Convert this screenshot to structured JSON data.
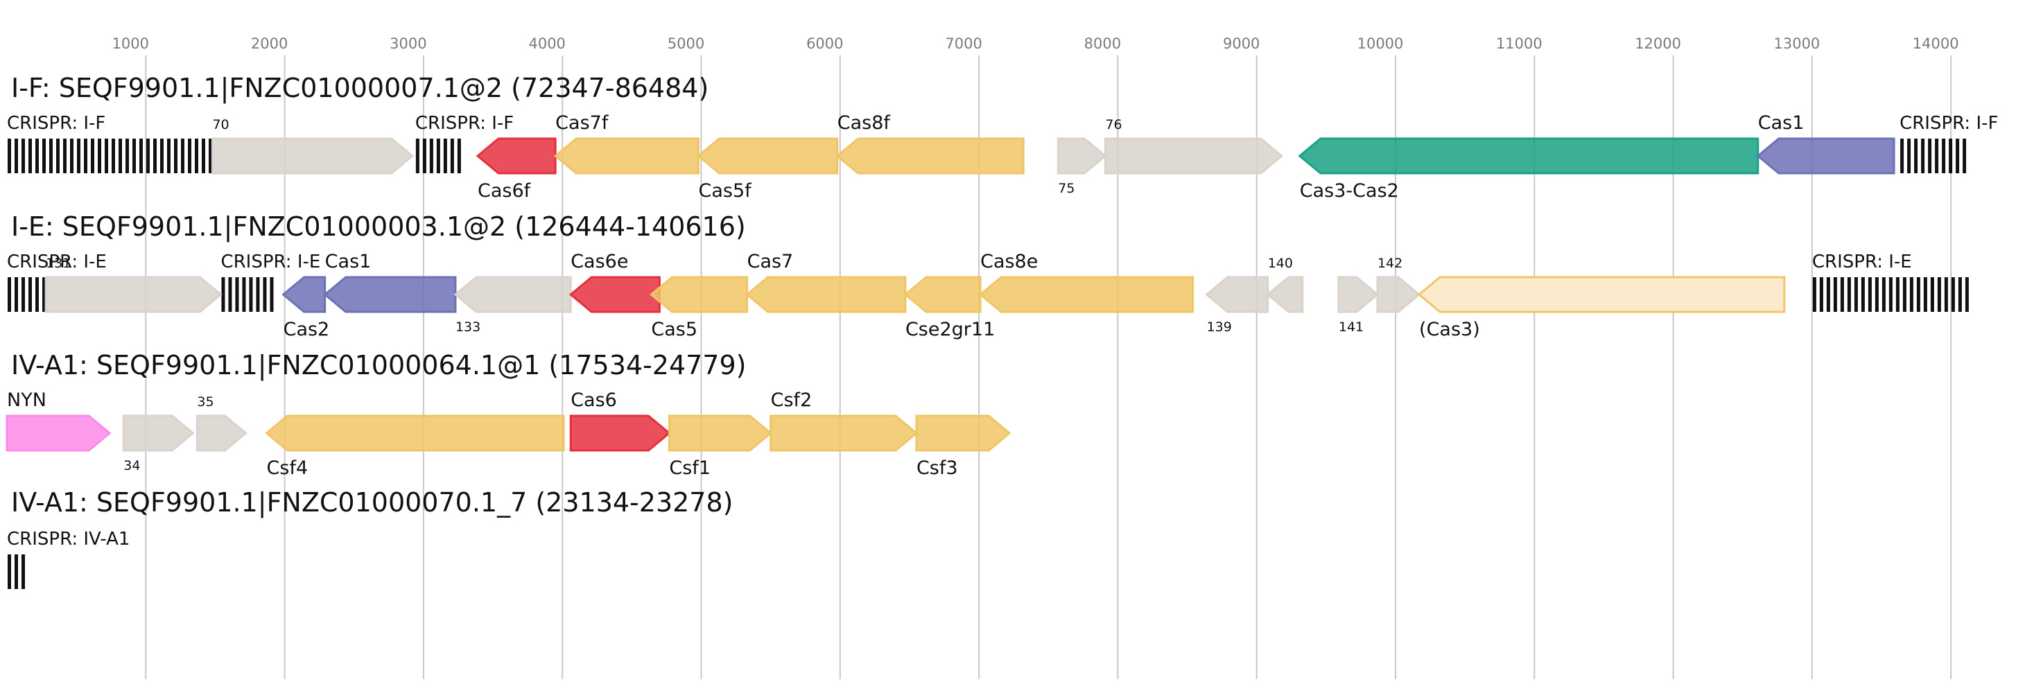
{
  "axis": {
    "ticks": [
      1000,
      2000,
      3000,
      4000,
      5000,
      6000,
      7000,
      8000,
      9000,
      10000,
      11000,
      12000,
      13000,
      14000
    ],
    "tick_labels": [
      "1000",
      "2000",
      "3000",
      "4000",
      "5000",
      "6000",
      "7000",
      "8000",
      "9000",
      "10000",
      "11000",
      "12000",
      "13000",
      "14000"
    ],
    "gridlines": true,
    "gridline_color": "#c8c8c8"
  },
  "colors": {
    "interference": "#f0c566",
    "interference_light": "#fbeacb",
    "adaptation": "#6d71b5",
    "cas3": "#1aa284",
    "cas6": "#e5303f",
    "unknown": "#d9d2cd",
    "accessory": "#fd89ea",
    "crispr": "#111111"
  },
  "tracks": [
    {
      "title": "I-F: SEQF9901.1|FNZC01000007.1@2 (72347-86484)",
      "crisprs": [
        {
          "label": "CRISPR: I-F",
          "start": 0,
          "end": 1480
        },
        {
          "label": "CRISPR: I-F",
          "start": 2940,
          "end": 3270
        },
        {
          "label": "CRISPR: I-F",
          "start": 13630,
          "end": 14120
        }
      ],
      "genes": [
        {
          "label": "70",
          "start": 1480,
          "end": 2920,
          "strand": 1,
          "class": "unknown",
          "small": true,
          "label_pos": "above"
        },
        {
          "label": "Cas6f",
          "start": 3390,
          "end": 3950,
          "strand": -1,
          "class": "cas6",
          "label_pos": "below"
        },
        {
          "label": "Cas7f",
          "start": 3950,
          "end": 4980,
          "strand": -1,
          "class": "interference",
          "label_pos": "above"
        },
        {
          "label": "Cas5f",
          "start": 4980,
          "end": 5980,
          "strand": -1,
          "class": "interference",
          "label_pos": "below"
        },
        {
          "label": "Cas8f",
          "start": 5980,
          "end": 7320,
          "strand": -1,
          "class": "interference",
          "label_pos": "above"
        },
        {
          "label": "75",
          "start": 7570,
          "end": 7910,
          "strand": 1,
          "class": "unknown",
          "small": true,
          "label_pos": "below"
        },
        {
          "label": "76",
          "start": 7910,
          "end": 9180,
          "strand": 1,
          "class": "unknown",
          "small": true,
          "label_pos": "above"
        },
        {
          "label": "Cas3-Cas2",
          "start": 9310,
          "end": 12610,
          "strand": -1,
          "class": "cas3",
          "label_pos": "below"
        },
        {
          "label": "Cas1",
          "start": 12610,
          "end": 13590,
          "strand": -1,
          "class": "adaptation",
          "label_pos": "above"
        }
      ]
    },
    {
      "title": "I-E: SEQF9901.1|FNZC01000003.1@2 (126444-140616)",
      "crisprs": [
        {
          "label": "CRISPR: I-E",
          "start": 0,
          "end": 280
        },
        {
          "label": "CRISPR: I-E",
          "start": 1540,
          "end": 1930
        },
        {
          "label": "CRISPR: I-E",
          "start": 13000,
          "end": 14120
        }
      ],
      "genes": [
        {
          "label": "131",
          "start": 280,
          "end": 1540,
          "strand": 1,
          "class": "unknown",
          "small": true,
          "label_pos": "above"
        },
        {
          "label": "Cas2",
          "start": 1990,
          "end": 2290,
          "strand": -1,
          "class": "adaptation",
          "label_pos": "below"
        },
        {
          "label": "Cas1",
          "start": 2290,
          "end": 3230,
          "strand": -1,
          "class": "adaptation",
          "label_pos": "above"
        },
        {
          "label": "133",
          "start": 3230,
          "end": 4060,
          "strand": -1,
          "class": "unknown",
          "small": true,
          "label_pos": "below"
        },
        {
          "label": "Cas6e",
          "start": 4060,
          "end": 4700,
          "strand": -1,
          "class": "cas6",
          "label_pos": "above"
        },
        {
          "label": "Cas5",
          "start": 4640,
          "end": 5330,
          "strand": -1,
          "class": "interference",
          "label_pos": "below"
        },
        {
          "label": "Cas7",
          "start": 5330,
          "end": 6470,
          "strand": -1,
          "class": "interference",
          "label_pos": "above"
        },
        {
          "label": "Cse2gr11",
          "start": 6470,
          "end": 7010,
          "strand": -1,
          "class": "interference",
          "label_pos": "below"
        },
        {
          "label": "Cas8e",
          "start": 7010,
          "end": 8540,
          "strand": -1,
          "class": "interference",
          "label_pos": "above"
        },
        {
          "label": "139",
          "start": 8640,
          "end": 9080,
          "strand": -1,
          "class": "unknown",
          "small": true,
          "label_pos": "below"
        },
        {
          "label": "140",
          "start": 9080,
          "end": 9330,
          "strand": -1,
          "class": "unknown",
          "small": true,
          "label_pos": "above"
        },
        {
          "label": "141",
          "start": 9590,
          "end": 9870,
          "strand": 1,
          "class": "unknown",
          "small": true,
          "label_pos": "below"
        },
        {
          "label": "142",
          "start": 9870,
          "end": 10170,
          "strand": 1,
          "class": "unknown",
          "small": true,
          "label_pos": "above"
        },
        {
          "label": "(Cas3)",
          "start": 10170,
          "end": 12800,
          "strand": -1,
          "class": "interference_light",
          "label_pos": "below"
        }
      ]
    },
    {
      "title": "IV-A1: SEQF9901.1|FNZC01000064.1@1 (17534-24779)",
      "crisprs": [],
      "genes": [
        {
          "label": "NYN",
          "start": 0,
          "end": 740,
          "strand": 1,
          "class": "accessory",
          "label_pos": "above"
        },
        {
          "label": "34",
          "start": 840,
          "end": 1340,
          "strand": 1,
          "class": "unknown",
          "small": true,
          "label_pos": "below"
        },
        {
          "label": "35",
          "start": 1370,
          "end": 1720,
          "strand": 1,
          "class": "unknown",
          "small": true,
          "label_pos": "above"
        },
        {
          "label": "Csf4",
          "start": 1870,
          "end": 4010,
          "strand": -1,
          "class": "interference",
          "label_pos": "below"
        },
        {
          "label": "Cas6",
          "start": 4060,
          "end": 4770,
          "strand": 1,
          "class": "cas6",
          "label_pos": "above"
        },
        {
          "label": "Csf1",
          "start": 4770,
          "end": 5500,
          "strand": 1,
          "class": "interference",
          "label_pos": "below"
        },
        {
          "label": "Csf2",
          "start": 5500,
          "end": 6550,
          "strand": 1,
          "class": "interference",
          "label_pos": "above"
        },
        {
          "label": "Csf3",
          "start": 6550,
          "end": 7220,
          "strand": 1,
          "class": "interference",
          "label_pos": "below"
        }
      ]
    },
    {
      "title": "IV-A1: SEQF9901.1|FNZC01000070.1_7 (23134-23278)",
      "crisprs": [
        {
          "label": "CRISPR: IV-A1",
          "start": 0,
          "end": 150
        }
      ],
      "genes": []
    }
  ]
}
